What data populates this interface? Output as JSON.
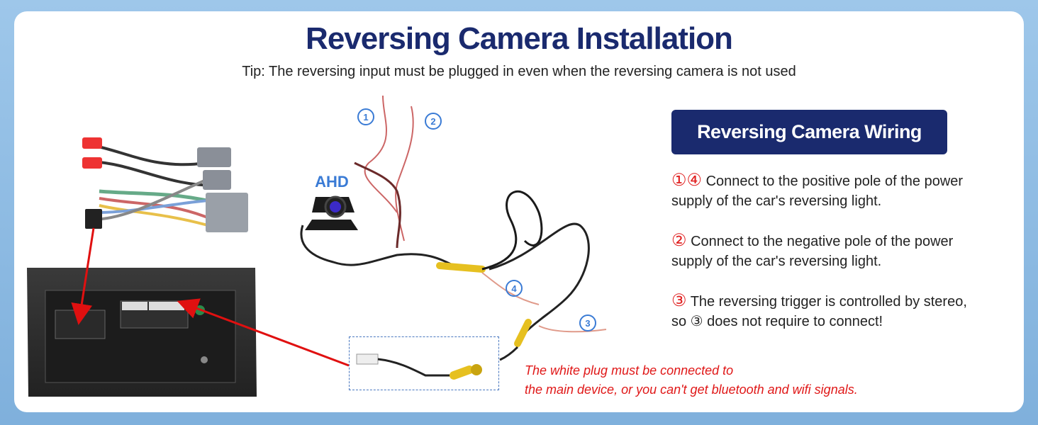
{
  "title": "Reversing Camera Installation",
  "tip": "Tip: The reversing input must be plugged in even when the reversing camera is not used",
  "camera_label": "AHD",
  "wire_numbers": [
    "1",
    "2",
    "4",
    "3"
  ],
  "wiring": {
    "header": "Reversing Camera Wiring",
    "items": [
      {
        "marks": "①④",
        "text": "Connect to the positive pole of the power",
        "text2": "supply of the car's reversing light."
      },
      {
        "marks": "②",
        "text": "Connect to the negative pole of the power",
        "text2": "supply of the car's reversing light."
      },
      {
        "marks": "③",
        "text": "The reversing trigger is controlled by stereo,",
        "text2": "so ③ does not require to connect!"
      }
    ]
  },
  "note": {
    "line1": "The white plug must be connected to",
    "line2": "the main device, or you can't get bluetooth and wifi signals."
  },
  "colors": {
    "accent": "#1a2a6e",
    "warning": "#e01818",
    "badge": "#3a7bd5"
  }
}
